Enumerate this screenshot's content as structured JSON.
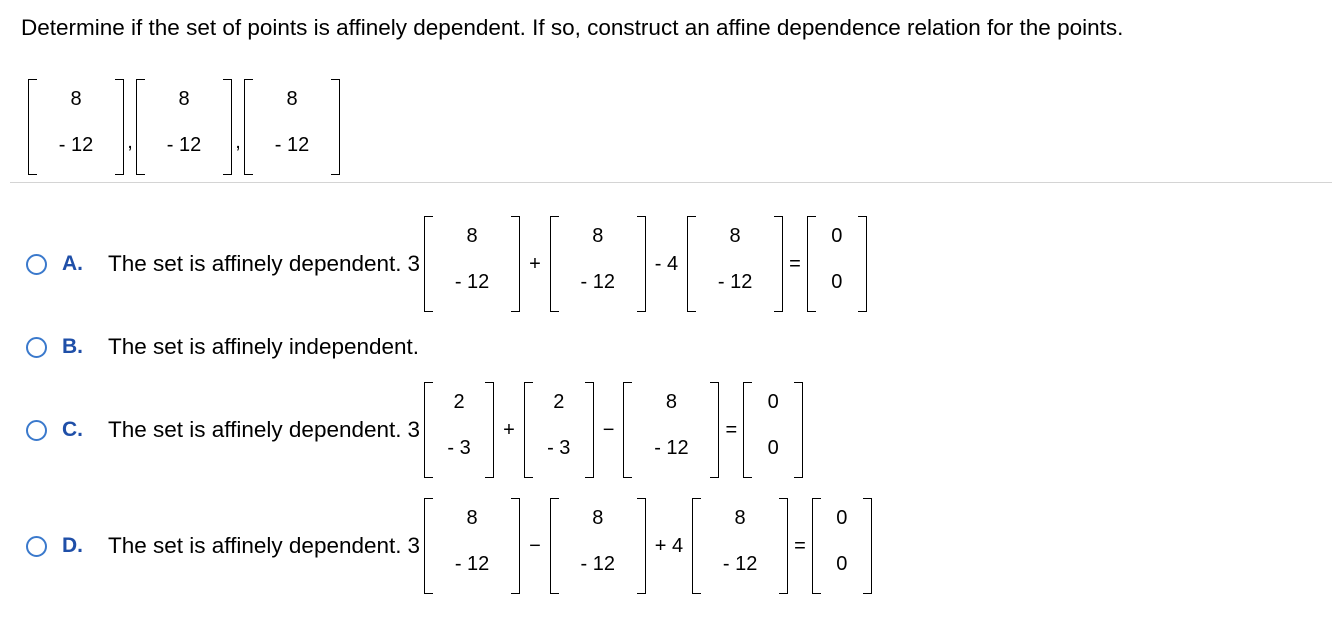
{
  "question": "Determine if the set of points is affinely dependent. If so, construct an affine dependence relation for the points.",
  "points": [
    {
      "top": "8",
      "bottom": "- 12"
    },
    {
      "top": "8",
      "bottom": "- 12"
    },
    {
      "top": "8",
      "bottom": "- 12"
    }
  ],
  "separator": ",",
  "options": {
    "a": {
      "letter": "A.",
      "text": "The set is affinely dependent.",
      "coef": "3",
      "v1": {
        "top": "8",
        "bottom": "- 12"
      },
      "op1": "+",
      "v2": {
        "top": "8",
        "bottom": "- 12"
      },
      "op2": "- 4",
      "v3": {
        "top": "8",
        "bottom": "- 12"
      },
      "eq": "=",
      "zero": {
        "top": "0",
        "bottom": "0"
      }
    },
    "b": {
      "letter": "B.",
      "text": "The set is affinely independent."
    },
    "c": {
      "letter": "C.",
      "text": "The set is affinely dependent.",
      "coef": "3",
      "v1": {
        "top": "2",
        "bottom": "- 3"
      },
      "op1": "+",
      "v2": {
        "top": "2",
        "bottom": "- 3"
      },
      "op2": "−",
      "v3": {
        "top": "8",
        "bottom": "- 12"
      },
      "eq": "=",
      "zero": {
        "top": "0",
        "bottom": "0"
      }
    },
    "d": {
      "letter": "D.",
      "text": "The set is affinely dependent.",
      "coef": "3",
      "v1": {
        "top": "8",
        "bottom": "- 12"
      },
      "op1": "−",
      "v2": {
        "top": "8",
        "bottom": "- 12"
      },
      "op2": "+ 4",
      "v3": {
        "top": "8",
        "bottom": "- 12"
      },
      "eq": "=",
      "zero": {
        "top": "0",
        "bottom": "0"
      }
    }
  }
}
